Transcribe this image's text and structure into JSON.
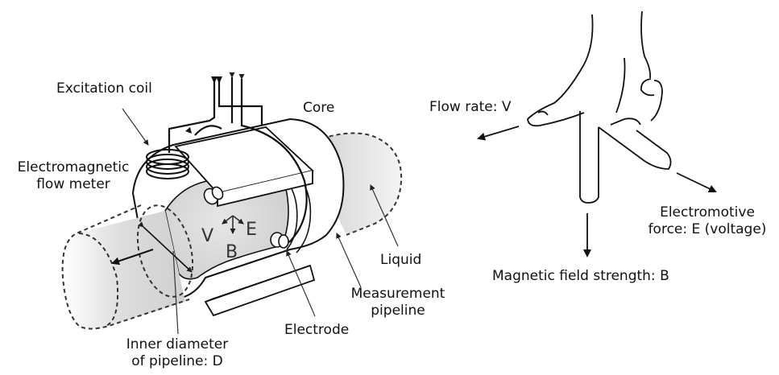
{
  "meter_diagram": {
    "labels": {
      "excitation_coil": "Excitation coil",
      "core": "Core",
      "meter_line1": "Electromagnetic",
      "meter_line2": "flow meter",
      "liquid": "Liquid",
      "pipeline_line1": "Measurement",
      "pipeline_line2": "pipeline",
      "electrode": "Electrode",
      "diameter_line1": "Inner diameter",
      "diameter_line2": "of pipeline: D"
    },
    "vector_symbols": {
      "v": "V",
      "e": "E",
      "b": "B"
    }
  },
  "hand_rule_diagram": {
    "labels": {
      "flow_rate": "Flow rate: V",
      "emf_line1": "Electromotive",
      "emf_line2": "force: E (voltage)",
      "magnetic_field": "Magnetic field strength: B"
    }
  }
}
